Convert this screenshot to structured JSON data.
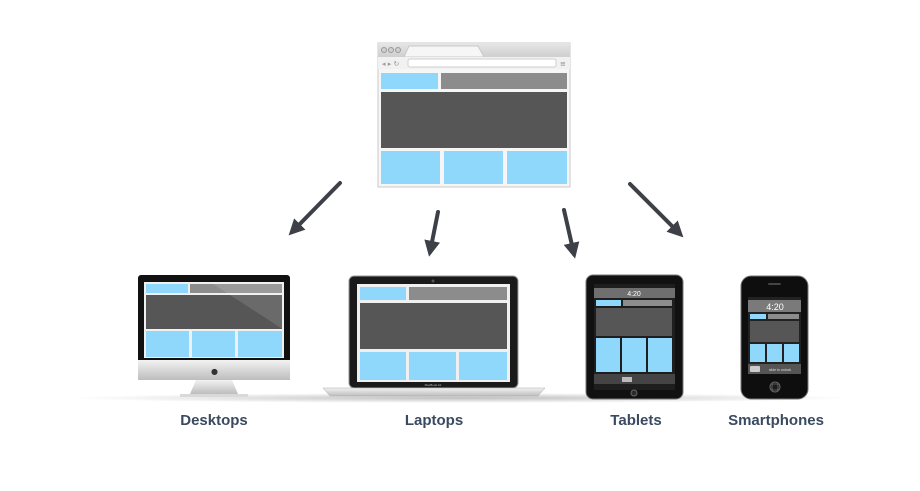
{
  "devices": [
    {
      "label": "Desktops"
    },
    {
      "label": "Laptops"
    },
    {
      "label": "Tablets"
    },
    {
      "label": "Smartphones"
    }
  ],
  "screen_text": {
    "clock": "4:20",
    "laptop_brand": "MacBook Air",
    "unlock_hint": "slide to unlock"
  },
  "colors": {
    "content_block": "#8fd8fb",
    "hero_block": "#565656",
    "nav_block": "#8c8c8c",
    "arrow": "#3d4147",
    "label_text": "#3a4a60"
  }
}
